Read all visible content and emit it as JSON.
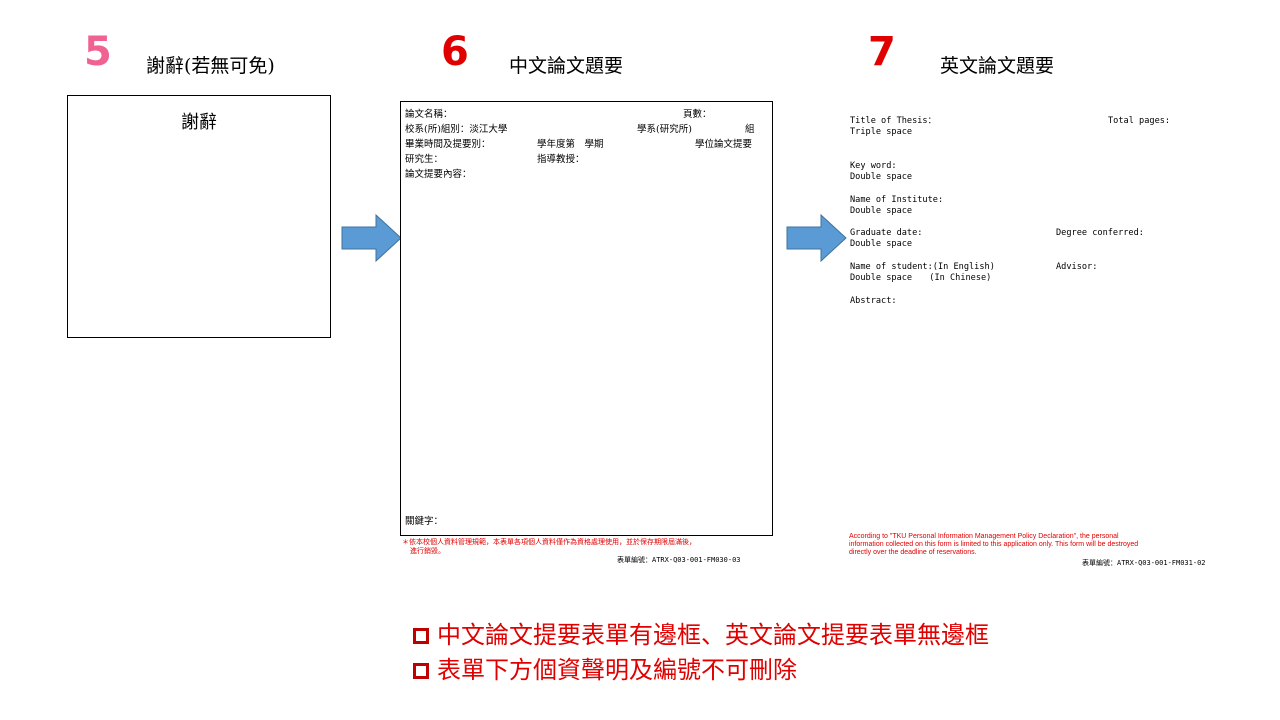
{
  "sections": [
    {
      "number": "5",
      "title": "謝辭(若無可免)",
      "color": "#f06292"
    },
    {
      "number": "6",
      "title": "中文論文題要",
      "color": "#e00000"
    },
    {
      "number": "7",
      "title": "英文論文題要",
      "color": "#e00000"
    }
  ],
  "ack_box": {
    "text": "謝辭"
  },
  "cn_form": {
    "thesis_name": "論文名稱：",
    "pages": "頁數：",
    "school_dept": "校系(所)組別：淡江大學",
    "dept_inst": "學系(研究所)",
    "group": "組",
    "grad_time": "畢業時間及提要別：",
    "year_term": "學年度第　學期",
    "degree_abstract": "學位論文提要",
    "student": "研究生：",
    "advisor": "指導教授：",
    "content": "論文提要內容：",
    "keywords": "關鍵字：",
    "privacy_line1": "＊依本校個人資料管理規範，本表單各項個人資料僅作為資格處理使用，並於保存期限屆滿後，",
    "privacy_line2": "進行銷毀。",
    "form_code": "表單編號：ATRX-Q03-001-FM030-03"
  },
  "en_form": {
    "title_of_thesis": "Title of Thesis：",
    "total_pages": "Total pages:",
    "triple_space": "Triple space",
    "key_word": "Key word:",
    "double_space_1": "Double space",
    "name_of_institute": "Name of Institute:",
    "double_space_2": "Double space",
    "graduate_date": "Graduate date:",
    "degree_conferred": "Degree conferred:",
    "double_space_3": "Double space",
    "name_of_student": "Name of student:(In English)",
    "advisor": "Advisor:",
    "double_space_chinese": "Double space　　(In Chinese)",
    "abstract": "Abstract:",
    "privacy_line1": "According to \"TKU Personal Information Management Policy Declaration\", the personal",
    "privacy_line2": "information collected on this form is limited to this application only. This form will be destroyed",
    "privacy_line3": "directly over the deadline of reservations.",
    "form_code": "表單編號：ATRX-Q03-001-FM031-02"
  },
  "notes": [
    "中文論文提要表單有邊框、英文論文提要表單無邊框",
    "表單下方個資聲明及編號不可刪除"
  ],
  "colors": {
    "arrow_fill": "#5b9bd5",
    "arrow_stroke": "#41719c",
    "note_red": "#e00000"
  }
}
